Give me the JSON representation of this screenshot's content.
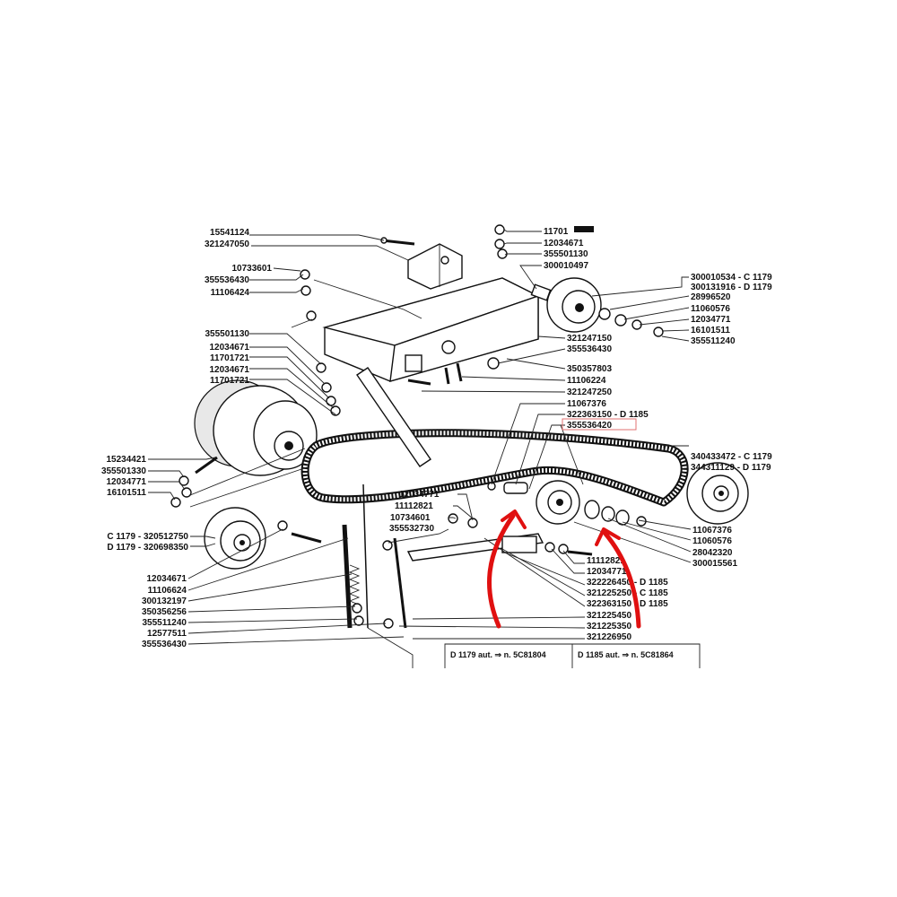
{
  "labels": {
    "l01": "15541124",
    "l02": "321247050",
    "l03": "10733601",
    "l04": "355536430",
    "l05": "11106424",
    "l06": "355501130",
    "l07": "12034671",
    "l08": "11701721",
    "l09": "12034671",
    "l10": "11701721",
    "l11": "15234421",
    "l12": "355501330",
    "l13": "12034771",
    "l14": "16101511",
    "l15": "C 1179 - 320512750",
    "l16": "D 1179 - 320698350",
    "l17": "12034671",
    "l18": "11106624",
    "l19": "300132197",
    "l20": "350356256",
    "l21": "355511240",
    "l22": "12577511",
    "l23": "355536430",
    "r01": "11701",
    "r02": "12034671",
    "r03": "355501130",
    "r04": "300010497",
    "r05": "300010534 - C 1179",
    "r06": "300131916 - D 1179",
    "r07": "28996520",
    "r08": "11060576",
    "r09": "12034771",
    "r10": "16101511",
    "r11": "355511240",
    "r12": "321247150",
    "r13": "355536430",
    "r14": "350357803",
    "r15": "11106224",
    "r16": "321247250",
    "r17": "11067376",
    "r18": "322363150 - D 1185",
    "r19": "355536420",
    "r20": "340433472 - C 1179",
    "r21": "344311129 - D 1179",
    "r22": "11067376",
    "r23": "11060576",
    "r24": "28042320",
    "r25": "300015561",
    "m01": "12034771",
    "m02": "11112821",
    "m03": "10734601",
    "m04": "355532730",
    "m05": "11112821",
    "m06": "12034771",
    "m07": "322226450 - D 1185",
    "m08": "321225250 - C 1185",
    "m09": "322363150 - D 1185",
    "m10": "321225450",
    "m11": "321225350",
    "m12": "321226950"
  },
  "captions": {
    "d1179": "D 1179 aut. ⇒ n. 5C81804",
    "d1185": "D 1185 aut. ⇒ n. 5C81864"
  },
  "colors": {
    "highlight_box": "#e07070",
    "arrow": "#e01010"
  }
}
